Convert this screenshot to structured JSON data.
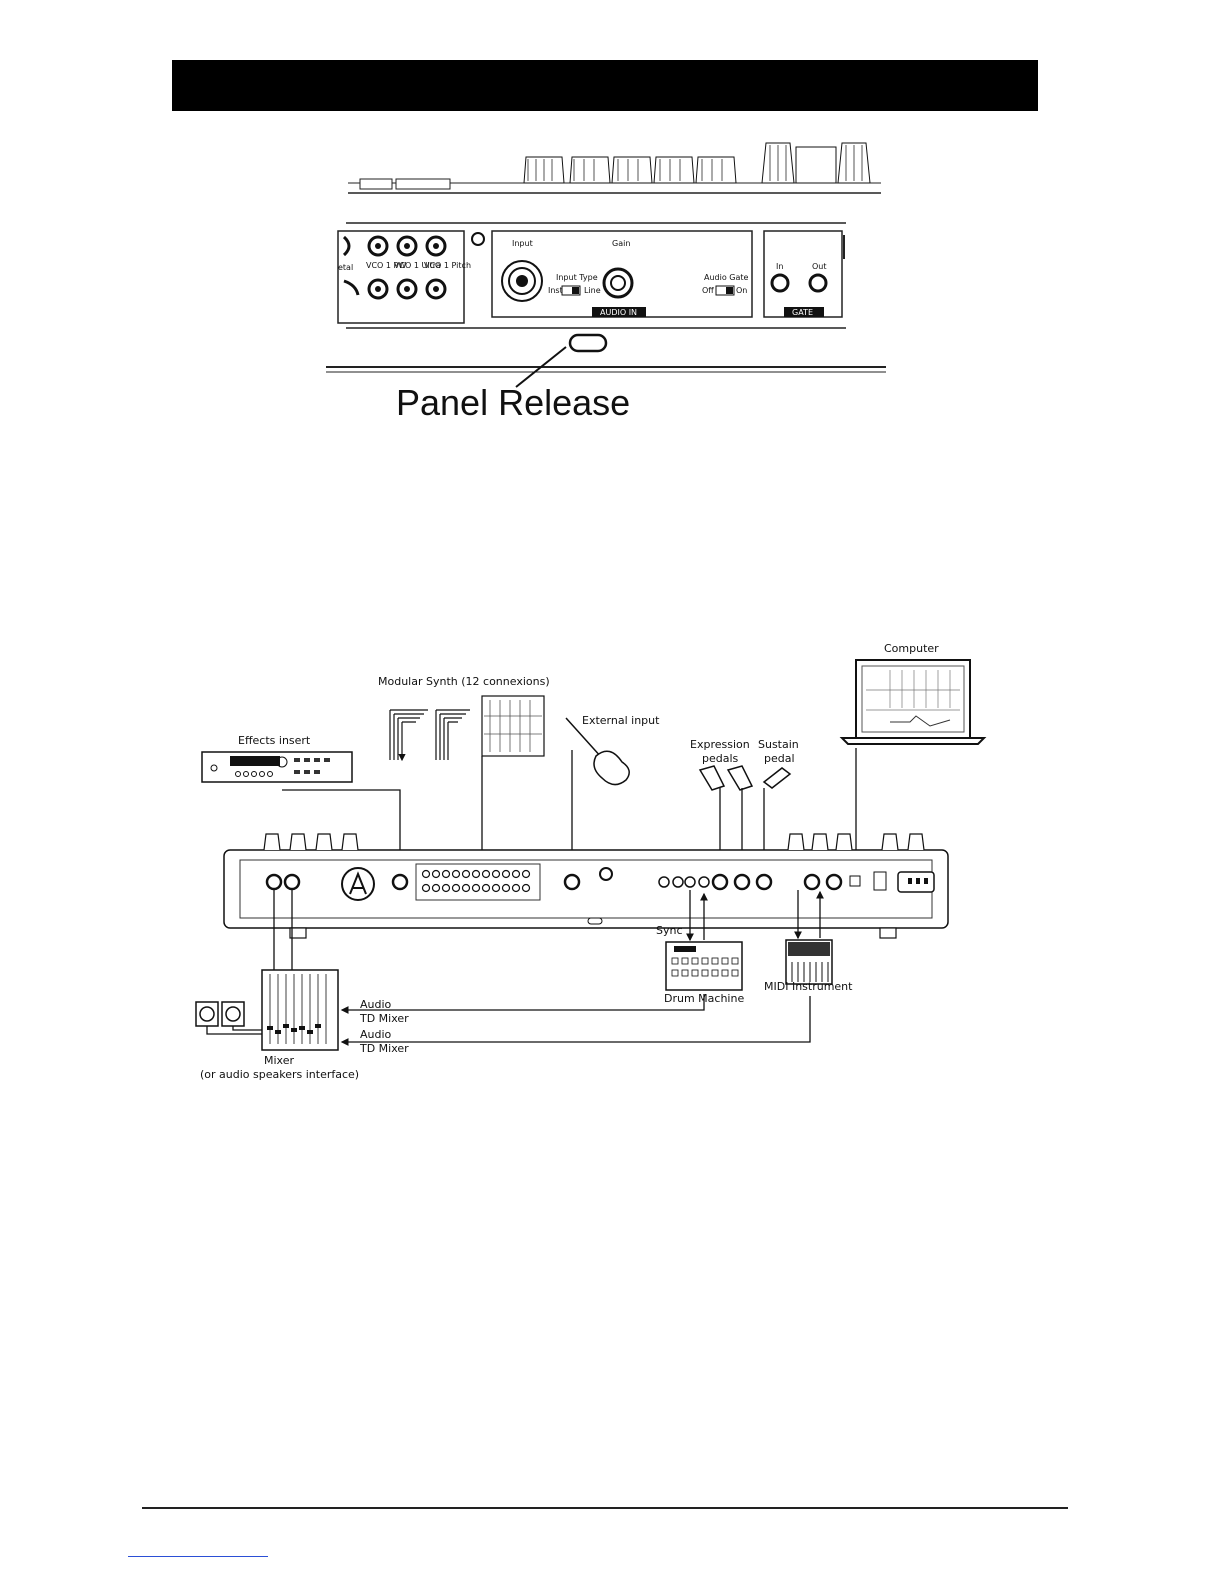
{
  "header": {
    "color": "#000000"
  },
  "figure1": {
    "labels": {
      "metal": "etal",
      "vco_pw": "VCO 1 PW",
      "vco_ultra": "VCO 1 Ultra",
      "vco_pitch": "VCO 1 Pitch",
      "input": "Input",
      "gain": "Gain",
      "input_type": "Input Type",
      "inst": "Inst.",
      "line": "Line",
      "audio_gate": "Audio Gate",
      "off": "Off",
      "on": "On",
      "audio_in": "AUDIO IN",
      "in": "In",
      "out": "Out",
      "gate": "GATE"
    },
    "callout": "Panel Release"
  },
  "figure2": {
    "labels": {
      "computer": "Computer",
      "modular": "Modular Synth (12 connexions)",
      "external_input": "External input",
      "effects_insert": "Effects insert",
      "expression_1": "Expression",
      "expression_2": "pedals",
      "sustain_1": "Sustain",
      "sustain_2": "pedal",
      "sync": "Sync",
      "drum_machine": "Drum Machine",
      "midi_instrument": "MIDI Instrument",
      "audio_1": "Audio",
      "td_mixer_1": "TD Mixer",
      "audio_2": "Audio",
      "td_mixer_2": "TD Mixer",
      "mixer": "Mixer",
      "mixer_sub": "(or audio speakers interface)"
    }
  },
  "footer": {
    "link_color": "#2b4fd6"
  }
}
